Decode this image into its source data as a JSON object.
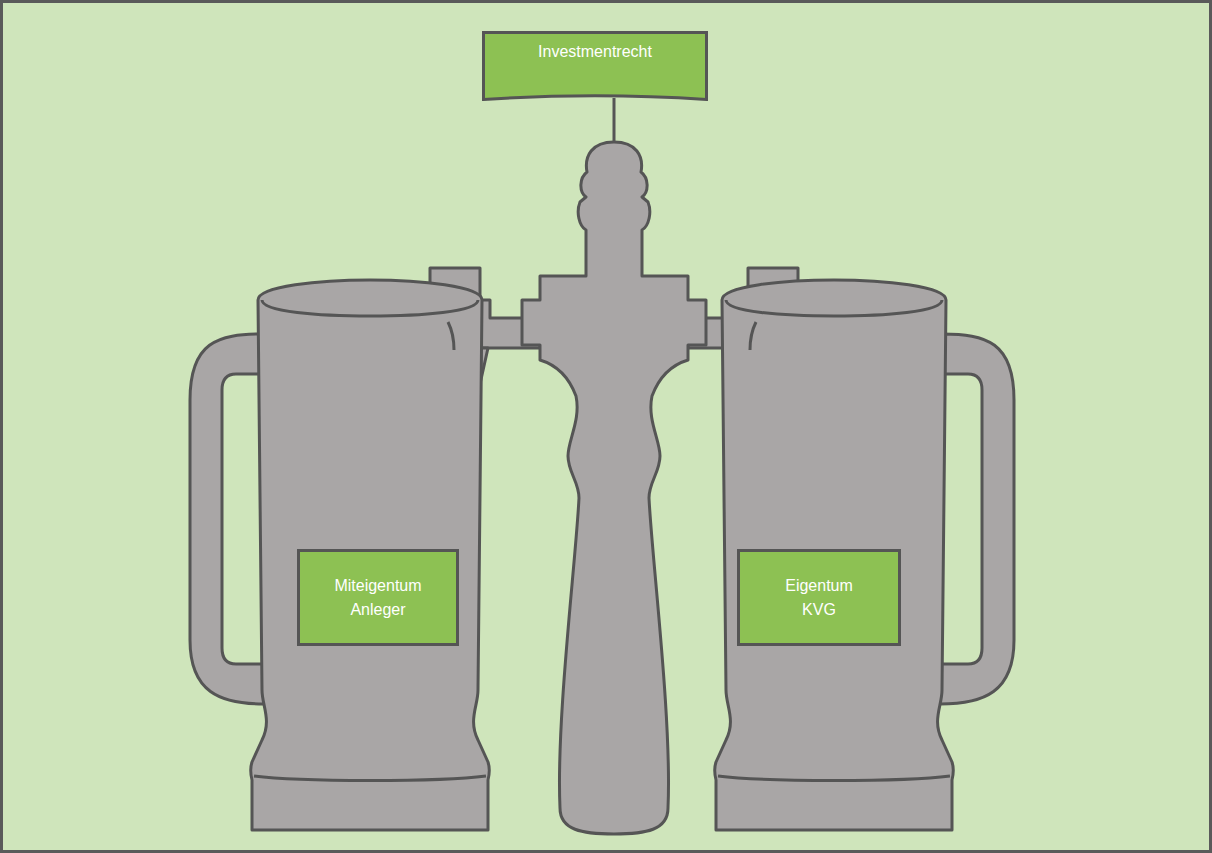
{
  "diagram": {
    "nodes": [
      {
        "text": [
          "Investmentrecht"
        ]
      },
      {
        "text": [
          "Miteigentum Anleger"
        ]
      },
      {
        "text": [
          "Eigentum KVG"
        ]
      }
    ]
  }
}
